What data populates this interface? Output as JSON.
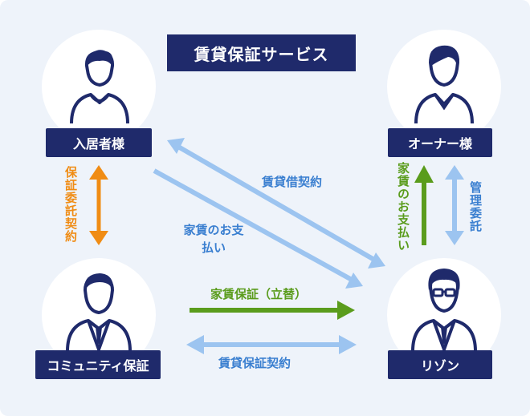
{
  "title": "賃貸保証サービス",
  "nodes": {
    "tenant": "入居者様",
    "owner": "オーナー様",
    "guarantor": "コミュニティ保証",
    "rizon": "リゾン"
  },
  "edges": {
    "guarantee_contract_vertical": "保証委託契約",
    "lease_contract": "賃貸借契約",
    "rent_payment_tenant": "家賃のお支払い",
    "rent_payment_owner": "家賃のお支払い",
    "management": "管理委託",
    "rent_guarantee": "家賃保証（立替）",
    "guarantee_contract": "賃貸保証契約"
  },
  "colors": {
    "navy": "#1f2a6b",
    "light_blue_arrow": "#9cc4f0",
    "green_arrow": "#5a9c1c",
    "orange_arrow": "#f08c14"
  },
  "icons": [
    "person-casual-icon",
    "person-suit-icon",
    "person-glasses-icon"
  ]
}
